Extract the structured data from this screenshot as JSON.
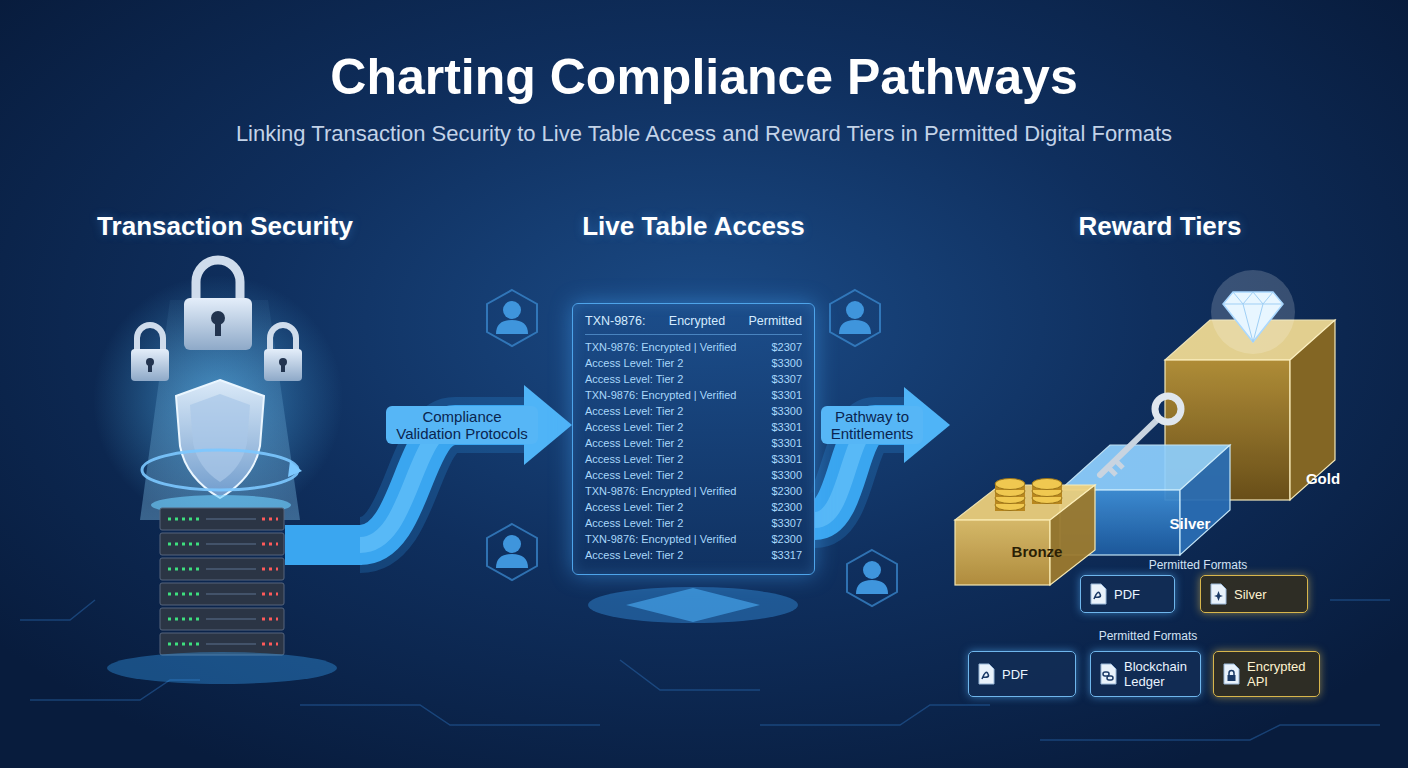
{
  "diagram": {
    "title": "Charting Compliance Pathways",
    "caption": "Linking Transaction Security to Live Table Access and Reward Tiers in Permitted Digital Formats",
    "nodes": [
      {
        "text": [
          "Transaction Security"
        ]
      },
      {
        "text": [
          "Live Table Access"
        ]
      },
      {
        "text": [
          "Reward Tiers"
        ]
      },
      {
        "text": [
          "Bronze"
        ],
        "in": 2
      },
      {
        "text": [
          "Silver"
        ],
        "in": 2
      },
      {
        "text": [
          "Gold"
        ],
        "in": 2
      },
      {
        "text": [
          "PDF"
        ],
        "in": 2
      },
      {
        "text": [
          "Silver"
        ],
        "in": 2
      },
      {
        "text": [
          "PDF"
        ],
        "in": 2
      },
      {
        "text": [
          "Blockchain Ledger"
        ],
        "in": 2
      },
      {
        "text": [
          "Encrypted API"
        ],
        "in": 2
      }
    ],
    "edges": [
      {
        "from": 0,
        "to": 1,
        "arrow": "to",
        "label": "Compliance Validation Protocols"
      },
      {
        "from": 1,
        "to": 2,
        "arrow": "to",
        "label": "Pathway to Entitlements"
      }
    ],
    "labels": [
      "TXN-9876:",
      "Encrypted",
      "Permitted",
      "TXN-9876: Encrypted | Verified",
      "$2307",
      "Access Level: Tier 2",
      "$3300",
      "Access Level: Tier 2",
      "$3307",
      "TXN-9876: Encrypted | Verified",
      "$3301",
      "Access Level: Tier 2",
      "$3300",
      "Access Level: Tier 2",
      "$3301",
      "Access Level: Tier 2",
      "$3301",
      "Access Level: Tier 2",
      "$3301",
      "Access Level: Tier 2",
      "$3300",
      "TXN-9876: Encrypted | Verified",
      "$2300",
      "Access Level: Tier 2",
      "$2300",
      "Access Level: Tier 2",
      "$3307",
      "TXN-9876: Encrypted | Verified",
      "$2300",
      "Access Level: Tier 2",
      "$3317",
      "Permitted Formats",
      "Permitted Formats"
    ]
  }
}
